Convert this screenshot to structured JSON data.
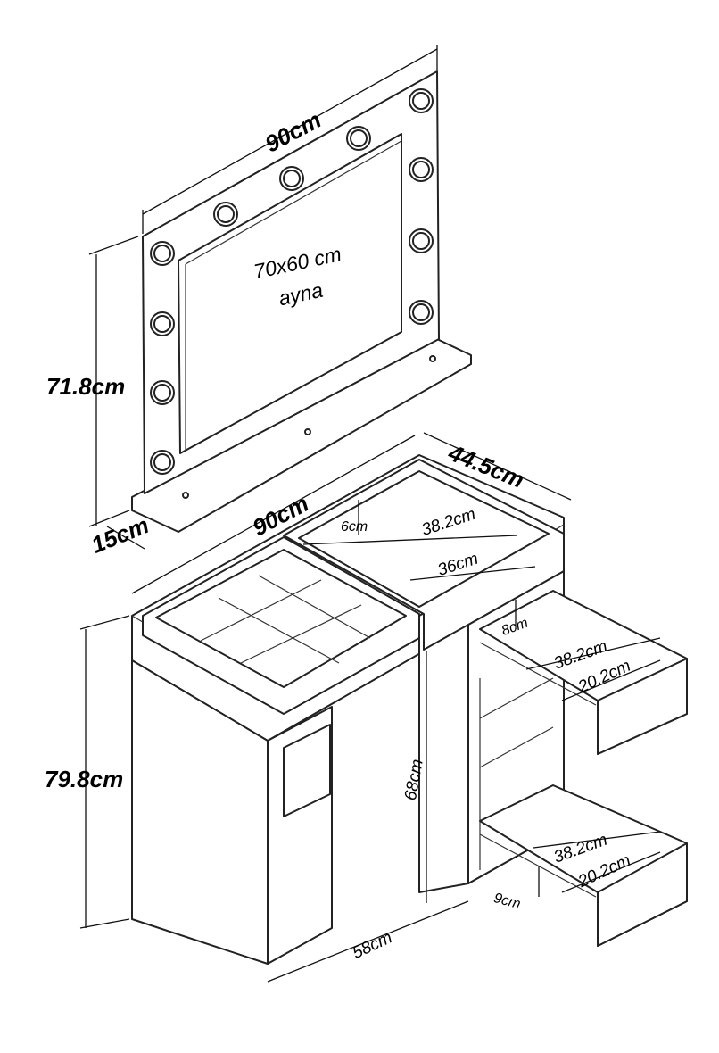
{
  "mirror": {
    "width": "90cm",
    "height": "71.8cm",
    "depth": "15cm",
    "glass_size": "70x60 cm",
    "glass_label": "ayna"
  },
  "desk": {
    "width": "90cm",
    "depth": "44.5cm",
    "height": "79.8cm",
    "knee_height": "68cm",
    "knee_width": "58cm",
    "top_compartment": {
      "height": "6cm",
      "width": "38.2cm",
      "depth": "36cm"
    },
    "upper_drawer": {
      "height": "8cm",
      "width": "38.2cm",
      "depth": "20.2cm"
    },
    "lower_drawer": {
      "height": "9cm",
      "width": "38.2cm",
      "depth": "20.2cm"
    }
  }
}
